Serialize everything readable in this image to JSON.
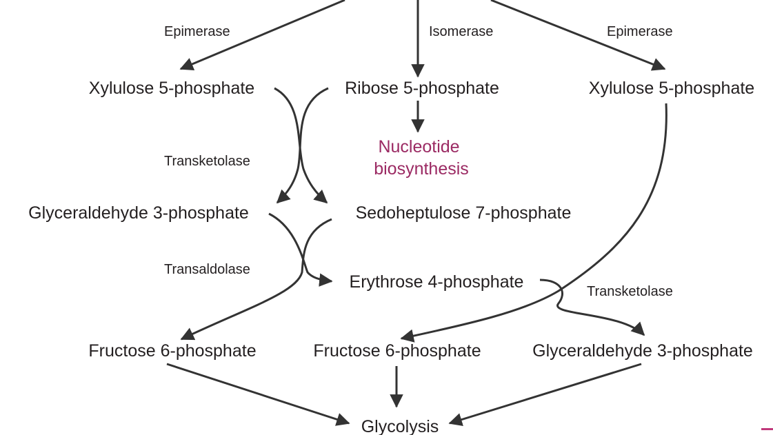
{
  "colors": {
    "text": "#231f20",
    "arrow": "#333333",
    "highlight": "#9b2a63",
    "corner_mark": "#c0387a"
  },
  "enzymes": {
    "epimerase_left": "Epimerase",
    "isomerase": "Isomerase",
    "epimerase_right": "Epimerase",
    "transketolase_1": "Transketolase",
    "transaldolase": "Transaldolase",
    "transketolase_2": "Transketolase"
  },
  "nodes": {
    "xylulose_5p_left": "Xylulose 5-phosphate",
    "ribose_5p": "Ribose 5-phosphate",
    "xylulose_5p_right": "Xylulose 5-phosphate",
    "nucleotide_line1": "Nucleotide",
    "nucleotide_line2": "biosynthesis",
    "glyceraldehyde_3p_left": "Glyceraldehyde 3-phosphate",
    "sedoheptulose_7p": "Sedoheptulose 7-phosphate",
    "erythrose_4p": "Erythrose 4-phosphate",
    "fructose_6p_left": "Fructose 6-phosphate",
    "fructose_6p_middle": "Fructose 6-phosphate",
    "glyceraldehyde_3p_right": "Glyceraldehyde 3-phosphate",
    "glycolysis": "Glycolysis"
  }
}
